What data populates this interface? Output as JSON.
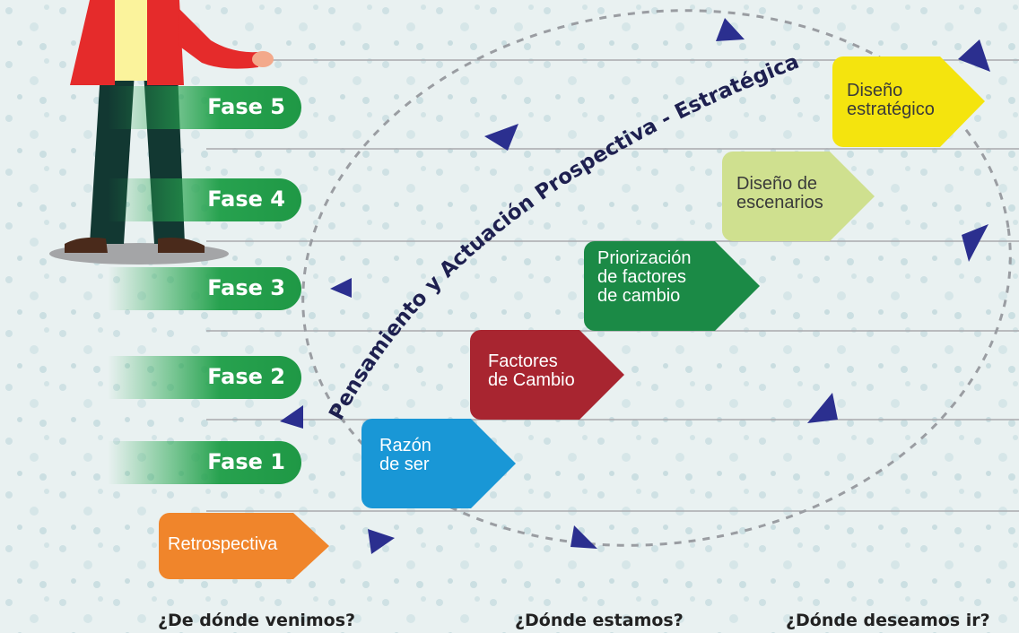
{
  "phases": [
    {
      "label": "Fase 5"
    },
    {
      "label": "Fase 4"
    },
    {
      "label": "Fase 3"
    },
    {
      "label": "Fase 2"
    },
    {
      "label": "Fase 1"
    }
  ],
  "stages": [
    {
      "line1": "Retrospectiva",
      "line2": "",
      "line3": "",
      "color": "#f0852b"
    },
    {
      "line1": "Razón",
      "line2": "de ser",
      "line3": "",
      "color": "#1997d6"
    },
    {
      "line1": "Factores",
      "line2": "de Cambio",
      "line3": "",
      "color": "#a82530"
    },
    {
      "line1": "Priorización",
      "line2": "de factores",
      "line3": "de cambio",
      "color": "#1b8a46"
    },
    {
      "line1": "Diseño de",
      "line2": "escenarios",
      "line3": "",
      "color": "#cfe08f"
    },
    {
      "line1": "Diseño",
      "line2": "estratégico",
      "line3": "",
      "color": "#f4e40e"
    }
  ],
  "arc_title": "Pensamiento y Actuación Prospectiva - Estratégica",
  "questions": {
    "past": "¿De dónde venimos?",
    "present": "¿Dónde estamos?",
    "future": "¿Dónde deseamos ir?"
  },
  "colors": {
    "arrow": "#2b2f8f",
    "dashed_path": "#9a9da2",
    "phase_green": "#27a24f",
    "coat_red": "#e52b2b"
  }
}
